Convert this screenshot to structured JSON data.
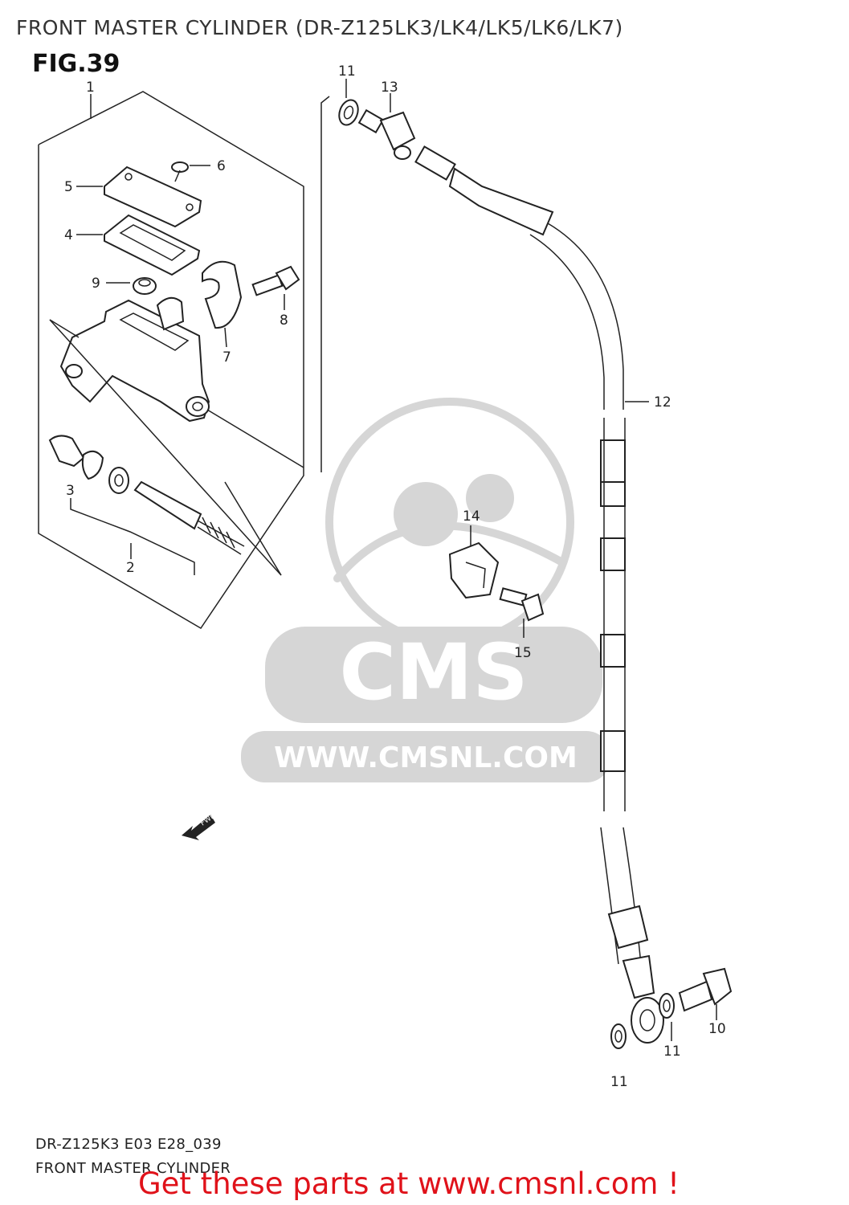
{
  "header": {
    "title": "FRONT MASTER CYLINDER (DR-Z125LK3/LK4/LK5/LK6/LK7)",
    "figure": "FIG.39"
  },
  "callouts": {
    "p1": "1",
    "p2": "2",
    "p3": "3",
    "p4": "4",
    "p5": "5",
    "p6": "6",
    "p7": "7",
    "p8": "8",
    "p9": "9",
    "p10": "10",
    "p11a": "11",
    "p11b": "11",
    "p11c": "11",
    "p12": "12",
    "p13": "13",
    "p14": "14",
    "p15": "15"
  },
  "fwd_arrow_label": "FWD",
  "watermark": {
    "brand": "CMS",
    "url": "WWW.CMSNL.COM"
  },
  "footer": {
    "code": "DR-Z125K3 E03 E28_039",
    "name": "FRONT MASTER CYLINDER",
    "cta": "Get these parts at www.cmsnl.com !"
  },
  "colors": {
    "cta": "#e0121a",
    "watermark": "#d6d6d6",
    "line": "#222222"
  }
}
